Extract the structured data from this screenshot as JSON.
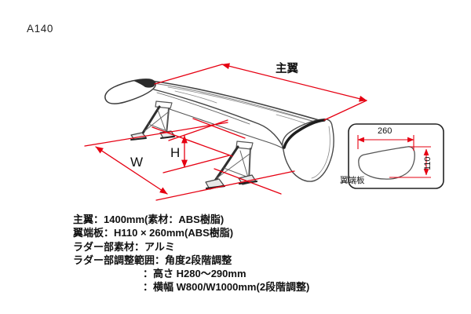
{
  "page": {
    "background": "#ffffff",
    "product_code": "A140"
  },
  "diagram": {
    "type": "isometric technical drawing of GT wing spoiler",
    "labels": {
      "main_wing": "主翼",
      "width": "W",
      "height": "H"
    },
    "inset": {
      "label": "翼端板",
      "width_mm": "260",
      "height_mm": "110"
    },
    "colors": {
      "dimension_red": "#e60012",
      "outline_gray": "#4a4a4a",
      "accent_dark": "#222222"
    }
  },
  "specs": {
    "lines": [
      "主翼：1400mm(素材：ABS樹脂)",
      "翼端板：H110 × 260mm(ABS樹脂)",
      "ラダー部素材：アルミ",
      "ラダー部調整範囲：角度2段階調整",
      "：高さ H280～290mm",
      "：横幅 W800/W1000mm(2段階調整)"
    ]
  }
}
